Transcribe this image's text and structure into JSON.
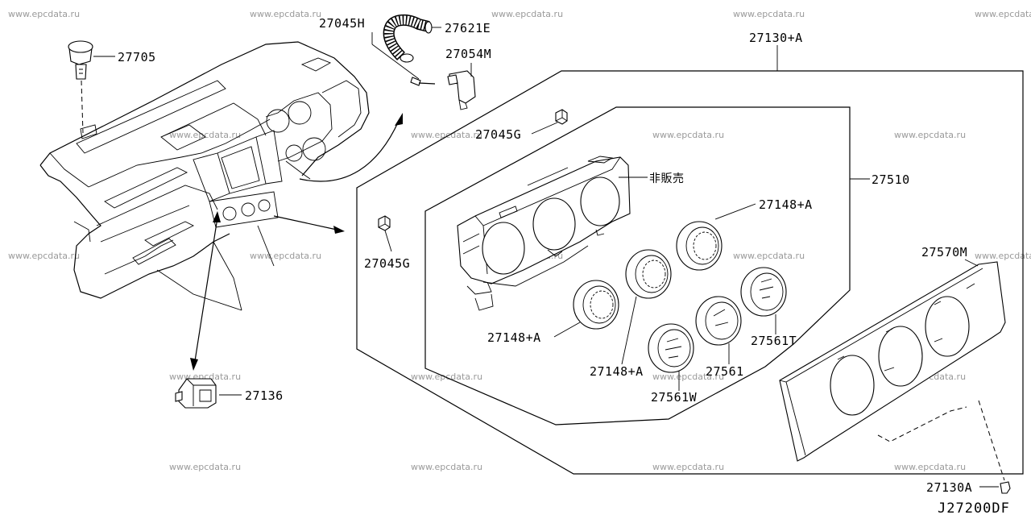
{
  "watermark": "www.epcdata.ru",
  "diagram_code": "J27200DF",
  "labels": {
    "p27705": "27705",
    "p27045H": "27045H",
    "p27621E": "27621E",
    "p27054M": "27054M",
    "p27130A_plus": "27130+A",
    "p27045G_top": "27045G",
    "p27045G_left": "27045G",
    "p27510": "27510",
    "not_for_sale": "非販売",
    "p27148A_tr": "27148+A",
    "p27148A_l": "27148+A",
    "p27148A_b": "27148+A",
    "p27570M": "27570M",
    "p27561T": "27561T",
    "p27561": "27561",
    "p27561W": "27561W",
    "p27136": "27136",
    "p27130A": "27130A"
  }
}
